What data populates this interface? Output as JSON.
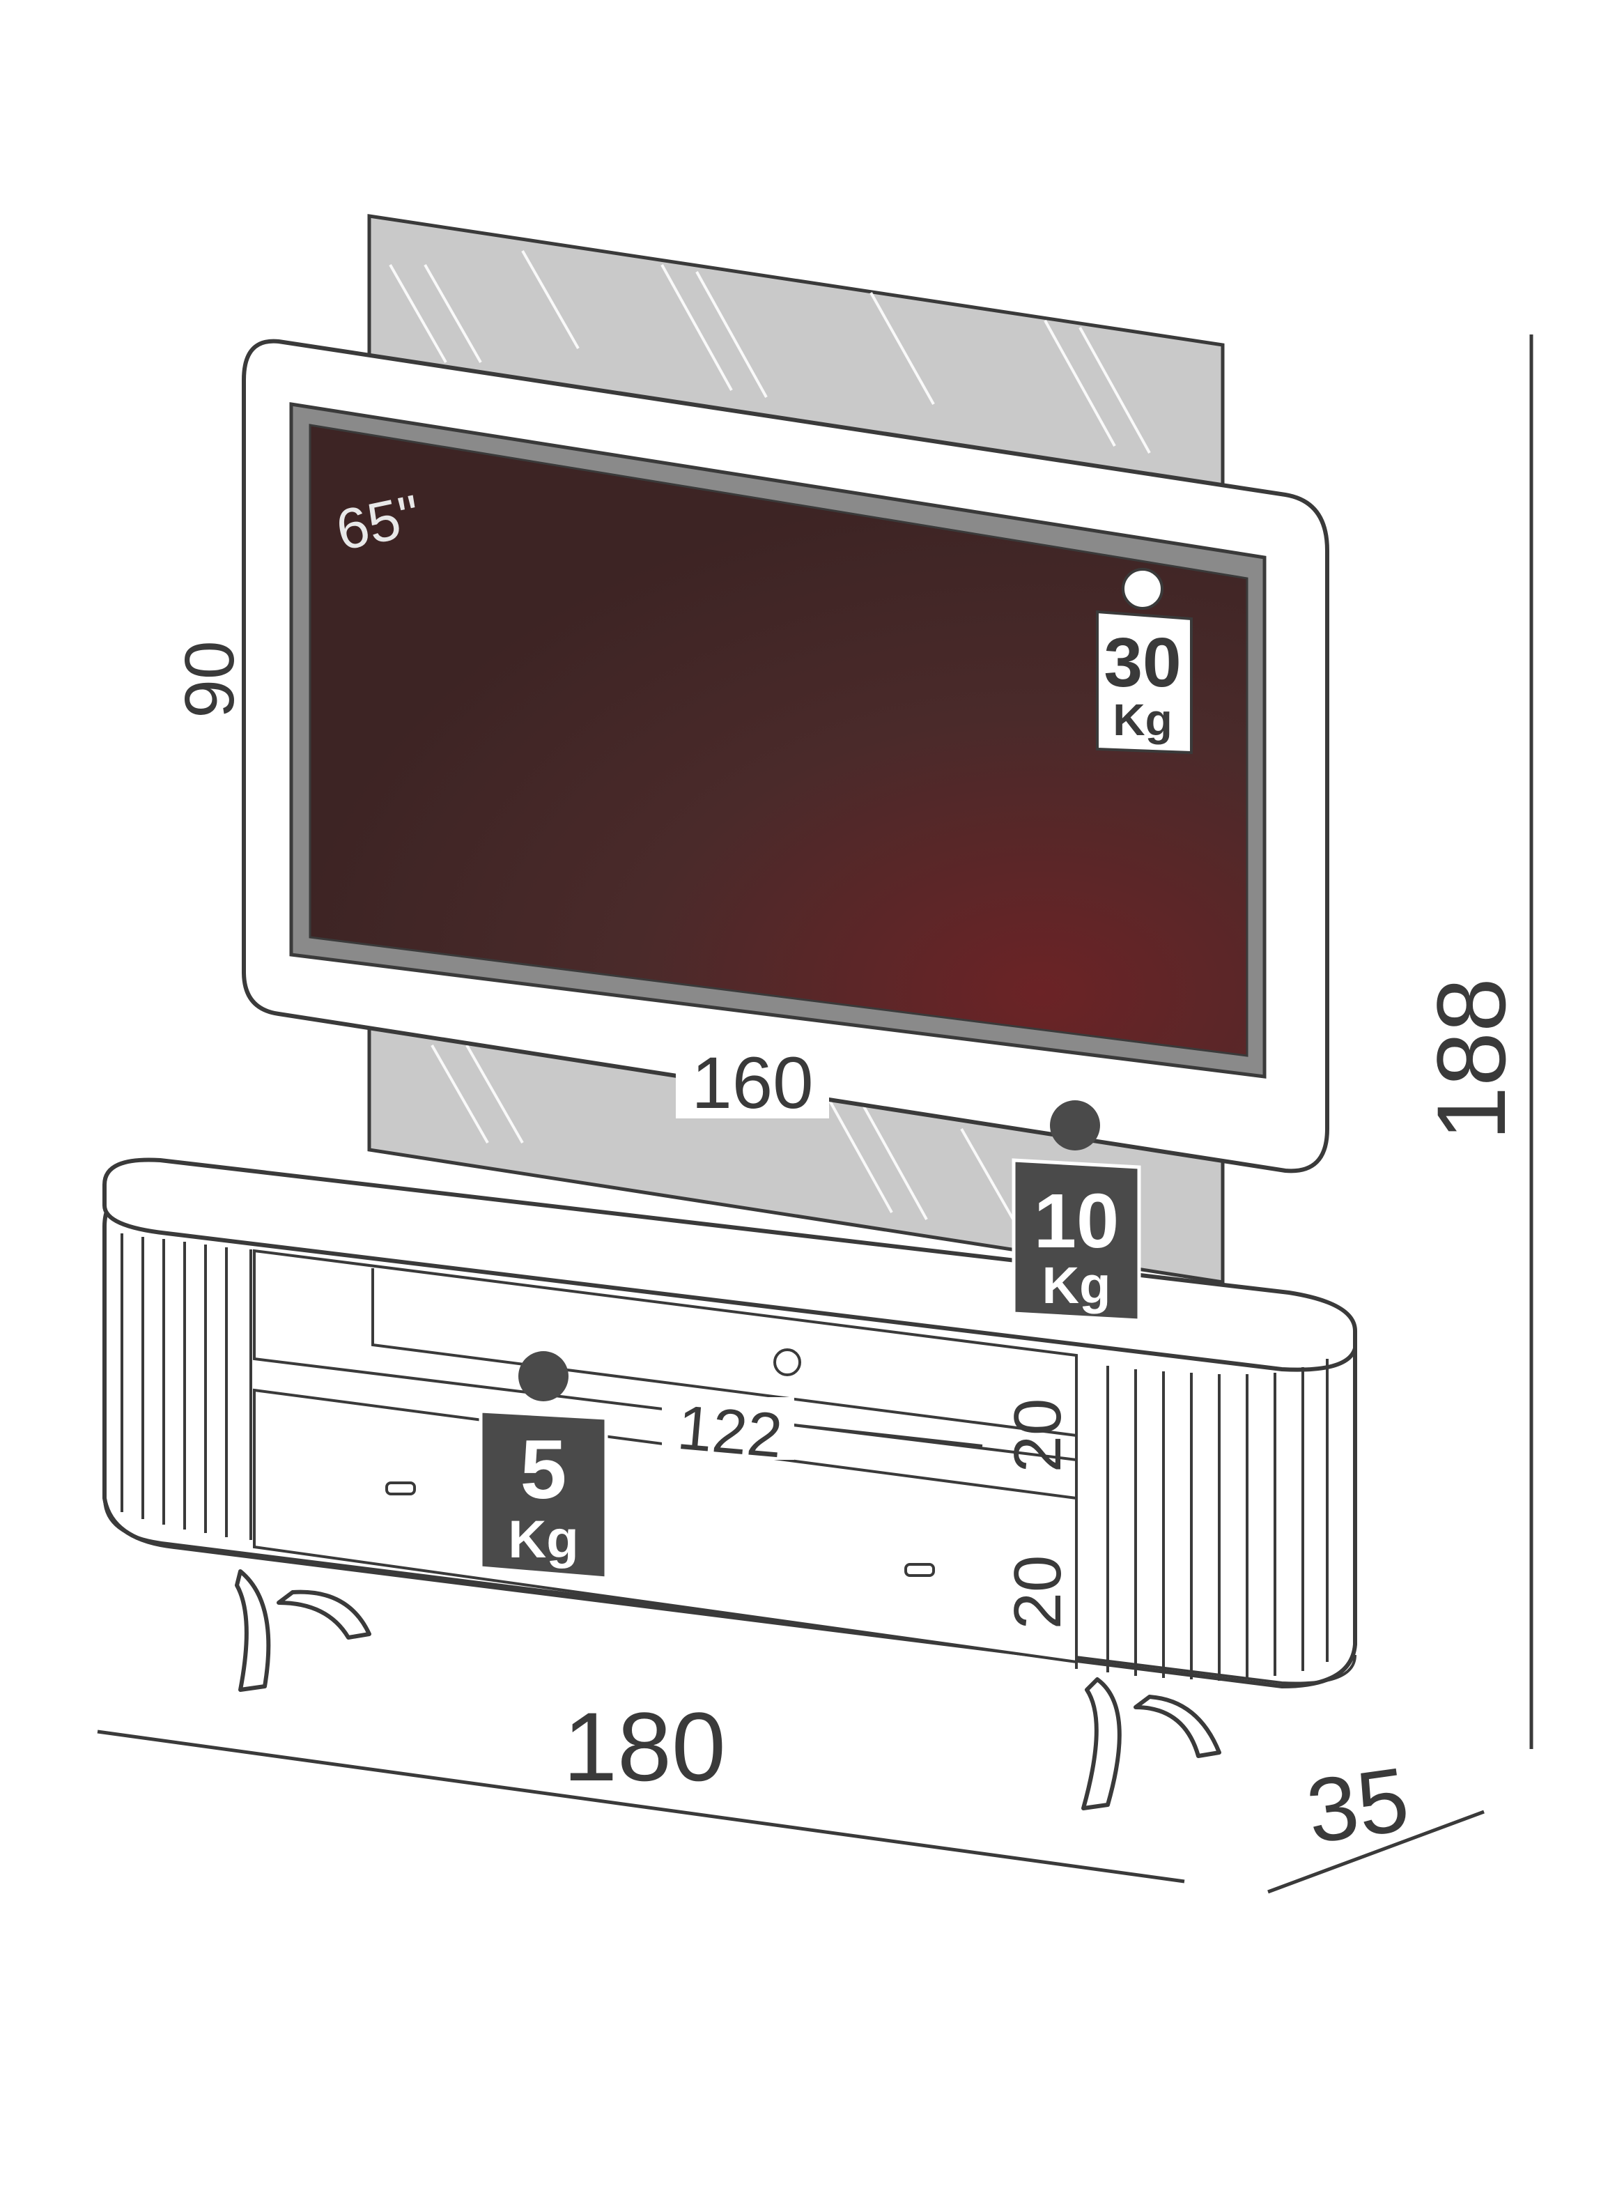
{
  "diagram": {
    "screen_size": "65\"",
    "dimensions": {
      "panel_height": "90",
      "tv_width": "160",
      "total_height": "188",
      "shelf_width": "122",
      "drawer_height_upper": "20",
      "drawer_height_lower": "20",
      "total_width": "180",
      "depth": "35"
    },
    "weight_limits": {
      "tv": {
        "value": "30",
        "unit": "Kg"
      },
      "top": {
        "value": "10",
        "unit": "Kg"
      },
      "shelf": {
        "value": "5",
        "unit": "Kg"
      }
    },
    "colors": {
      "screen_dark": "#3d2424",
      "screen_accent": "#6b2326",
      "panel_glass": "#c9c9c9",
      "outline": "#3a3a3a",
      "weight_badge": "#4a4a4a",
      "weight_badge_light": "#ffffff"
    }
  }
}
